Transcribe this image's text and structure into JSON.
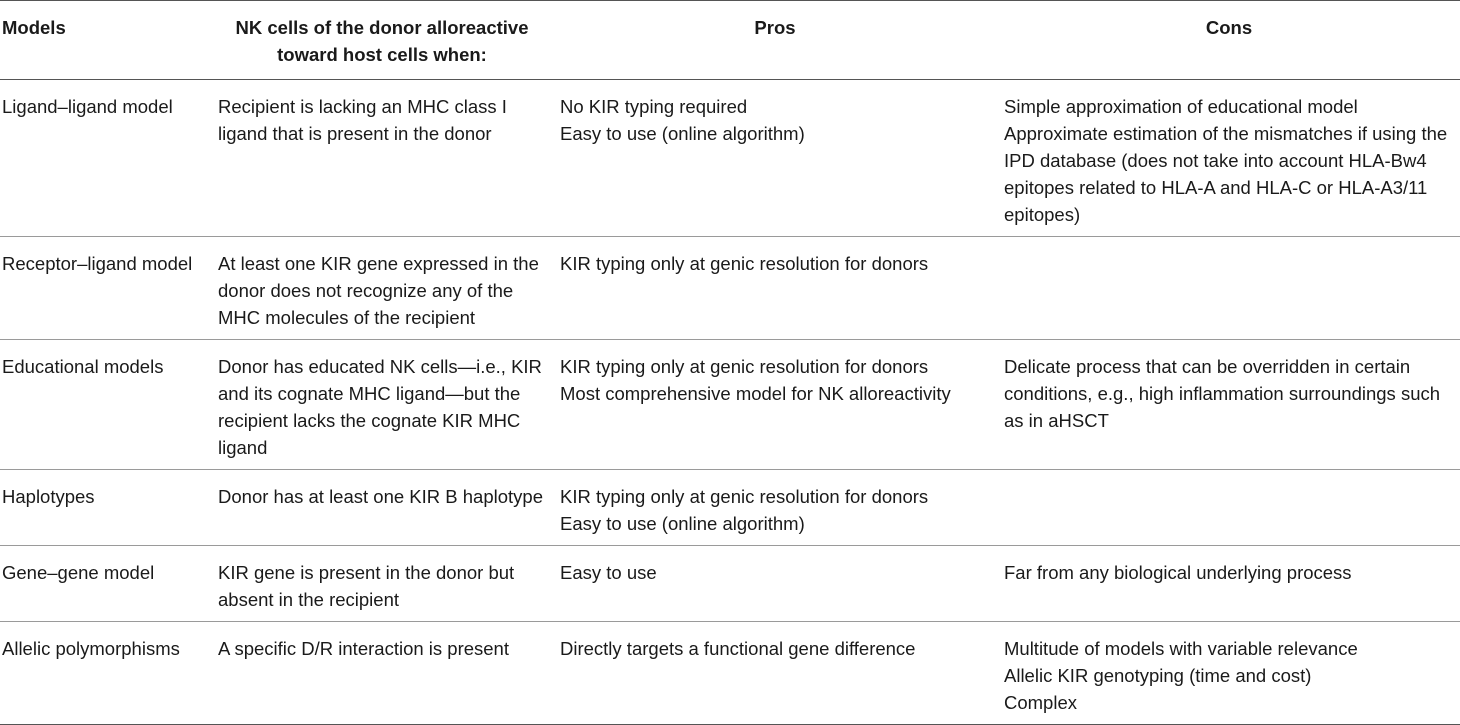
{
  "table": {
    "headers": [
      "Models",
      "NK cells of the donor alloreactive toward host cells when:",
      "Pros",
      "Cons"
    ],
    "rows": [
      {
        "model": "Ligand–ligand model",
        "condition": "Recipient is lacking an MHC class I ligand that is present in the donor",
        "pros": [
          "No KIR typing required",
          "Easy to use (online algorithm)"
        ],
        "cons": [
          "Simple approximation of educational model",
          "Approximate estimation of the mismatches if using the IPD database (does not take into account HLA-Bw4 epitopes related to HLA-A and HLA-C or HLA-A3/11 epitopes)"
        ]
      },
      {
        "model": "Receptor–ligand model",
        "condition": "At least one KIR gene expressed in the donor does not recognize any of the MHC molecules of the recipient",
        "pros": [
          "KIR typing only at genic resolution for donors"
        ],
        "cons": []
      },
      {
        "model": "Educational models",
        "condition": "Donor has educated NK cells—i.e., KIR and its cognate MHC ligand—but the recipient lacks the cognate KIR MHC ligand",
        "pros": [
          "KIR typing only at genic resolution for donors",
          "Most comprehensive model for NK alloreactivity"
        ],
        "cons": [
          "Delicate process that can be overridden in certain conditions, e.g., high inflammation surroundings such as in aHSCT"
        ]
      },
      {
        "model": "Haplotypes",
        "condition": "Donor has at least one KIR B haplotype",
        "pros": [
          "KIR typing only at genic resolution for donors",
          "Easy to use (online algorithm)"
        ],
        "cons": []
      },
      {
        "model": "Gene–gene model",
        "condition": "KIR gene is present in the donor but absent in the recipient",
        "pros": [
          "Easy to use"
        ],
        "cons": [
          "Far from any biological underlying process"
        ]
      },
      {
        "model": "Allelic polymorphisms",
        "condition": "A specific D/R interaction is present",
        "pros": [
          "Directly targets a functional gene difference"
        ],
        "cons": [
          "Multitude of models with variable relevance",
          "Allelic KIR genotyping (time and cost)",
          "Complex"
        ]
      }
    ]
  }
}
